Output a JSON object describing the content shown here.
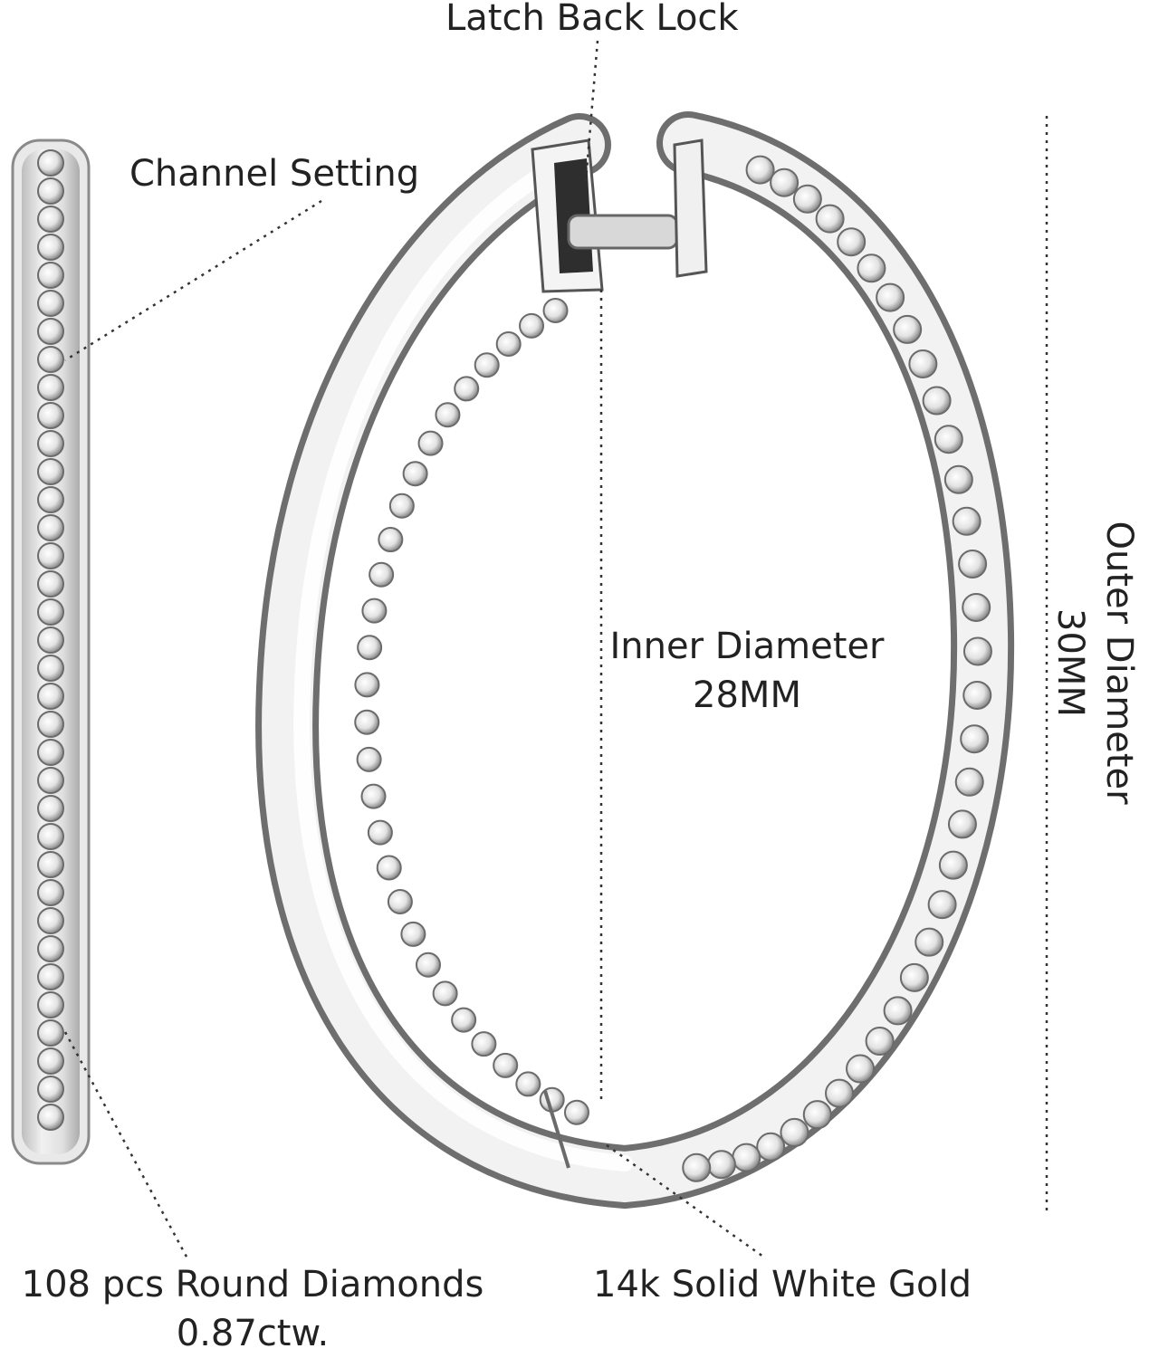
{
  "labels": {
    "latch": "Latch Back Lock",
    "channel": "Channel Setting",
    "inner_title": "Inner Diameter",
    "inner_value": "28MM",
    "outer_title": "Outer Diameter",
    "outer_value": "30MM",
    "diamonds_title": "108 pcs Round Diamonds",
    "diamonds_value": "0.87ctw.",
    "metal": "14k Solid White Gold"
  },
  "colors": {
    "text": "#222222",
    "metal_light": "#f4f4f4",
    "metal_mid": "#cfcfcf",
    "metal_dark": "#4a4a4a",
    "leader_line": "#333333"
  },
  "icons": [
    "hoop-earring-front",
    "hoop-earring-side",
    "latch-hinge"
  ]
}
